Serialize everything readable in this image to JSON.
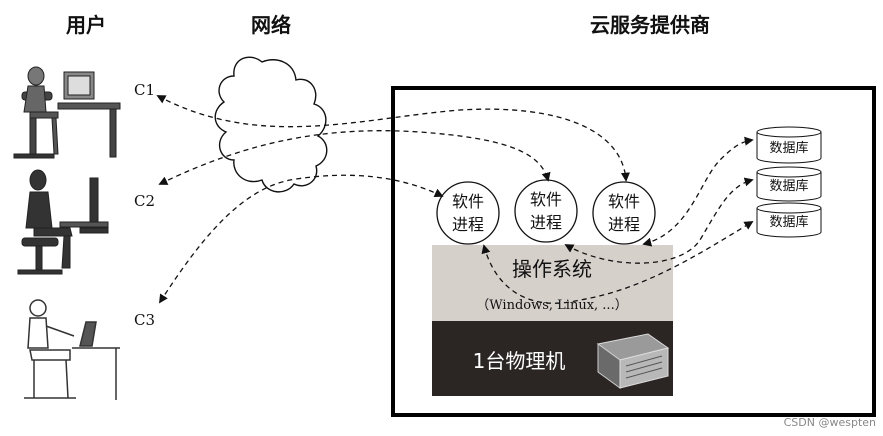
{
  "headers": {
    "users": "用户",
    "network": "网络",
    "cloud_provider": "云服务提供商"
  },
  "clients": [
    "C1",
    "C2",
    "C3"
  ],
  "processes": [
    {
      "line1": "软件",
      "line2": "进程"
    },
    {
      "line1": "软件",
      "line2": "进程"
    },
    {
      "line1": "软件",
      "line2": "进程"
    }
  ],
  "os": {
    "title": "操作系统",
    "examples": "（Windows, Linux, ...）"
  },
  "machine": {
    "label": "1台物理机"
  },
  "databases": [
    "数据库",
    "数据库",
    "数据库"
  ],
  "watermark": "CSDN @wespten",
  "colors": {
    "os_bg": "#d6d0cb",
    "machine_bg": "#2b2624",
    "frame": "#000000"
  }
}
